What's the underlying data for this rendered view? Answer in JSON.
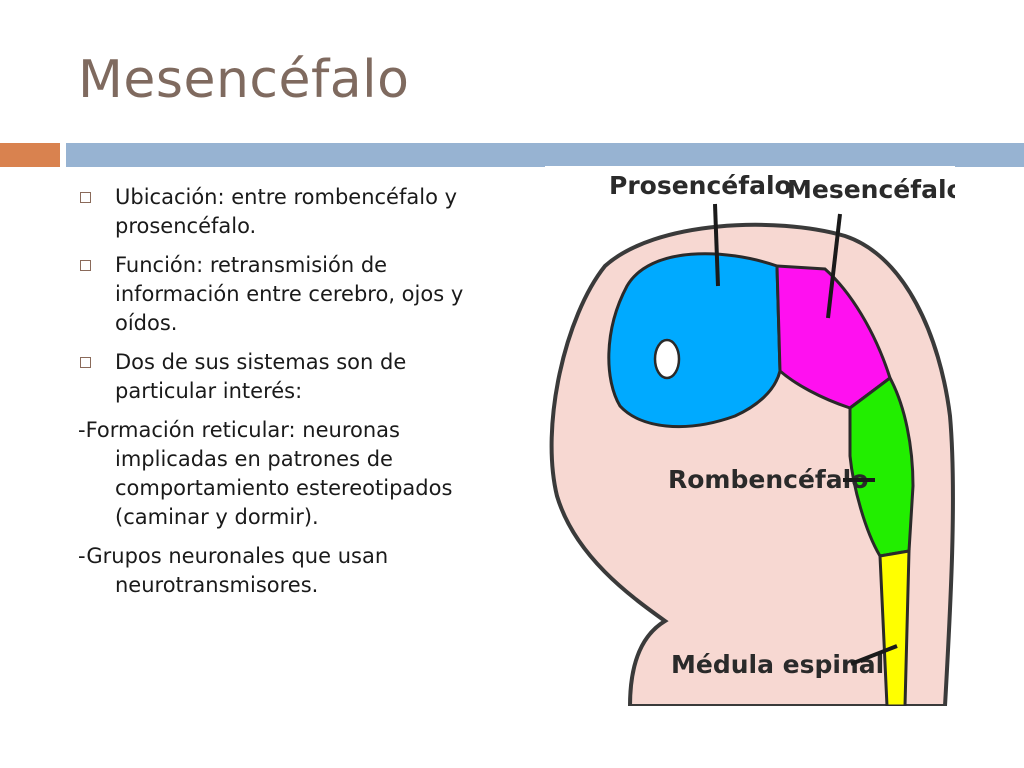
{
  "slide": {
    "title": "Mesencéfalo",
    "bullets": [
      "Ubicación: entre rombencéfalo y prosencéfalo.",
      "Función: retransmisión de información entre cerebro, ojos y oídos.",
      "Dos de sus sistemas son de particular interés:"
    ],
    "paragraphs": [
      "-Formación reticular: neuronas implicadas en patrones de comportamiento estereotipados (caminar y dormir).",
      "-Grupos neuronales que usan neurotransmisores."
    ]
  },
  "diagram": {
    "labels": {
      "prosencefalo": "Prosencéfalo",
      "mesencefalo": "Mesencéfalo",
      "rombencefalo": "Rombencéfalo",
      "medula": "Médula espinal"
    },
    "colors": {
      "prosencefalo": "#00aaff",
      "mesencefalo": "#ff10f0",
      "rombencefalo": "#22ee00",
      "medula": "#ffff00",
      "tissue": "#f7d8d2"
    }
  },
  "theme": {
    "title_color": "#7f6a5f",
    "accent_orange": "#d9824f",
    "accent_blue": "#97b3d2"
  }
}
